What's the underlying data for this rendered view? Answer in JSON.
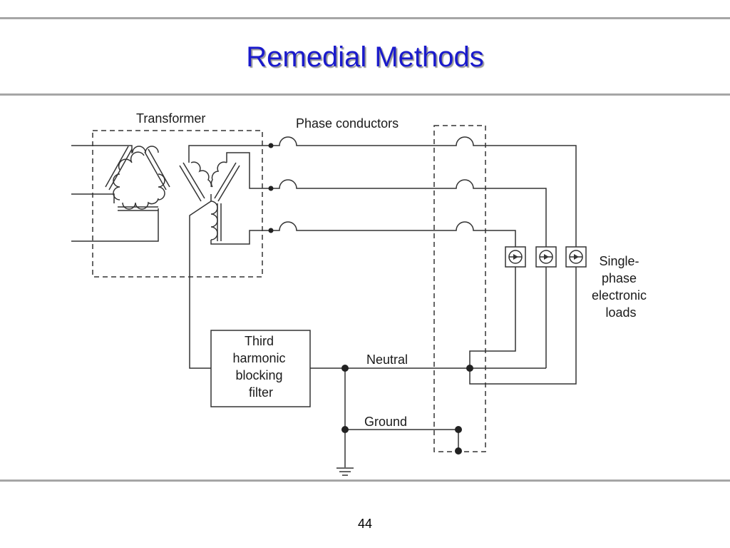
{
  "slide": {
    "title": "Remedial Methods",
    "page_number": "44"
  },
  "diagram": {
    "transformer_label": "Transformer",
    "phase_label": "Phase conductors",
    "load_label_lines": [
      "Single-",
      "phase",
      "electronic",
      "loads"
    ],
    "filter_label_lines": [
      "Third",
      "harmonic",
      "blocking",
      "filter"
    ],
    "neutral_label": "Neutral",
    "ground_label": "Ground"
  },
  "colors": {
    "title": "#1a1acc",
    "rule": "#a6a6a6",
    "line": "#333333"
  }
}
